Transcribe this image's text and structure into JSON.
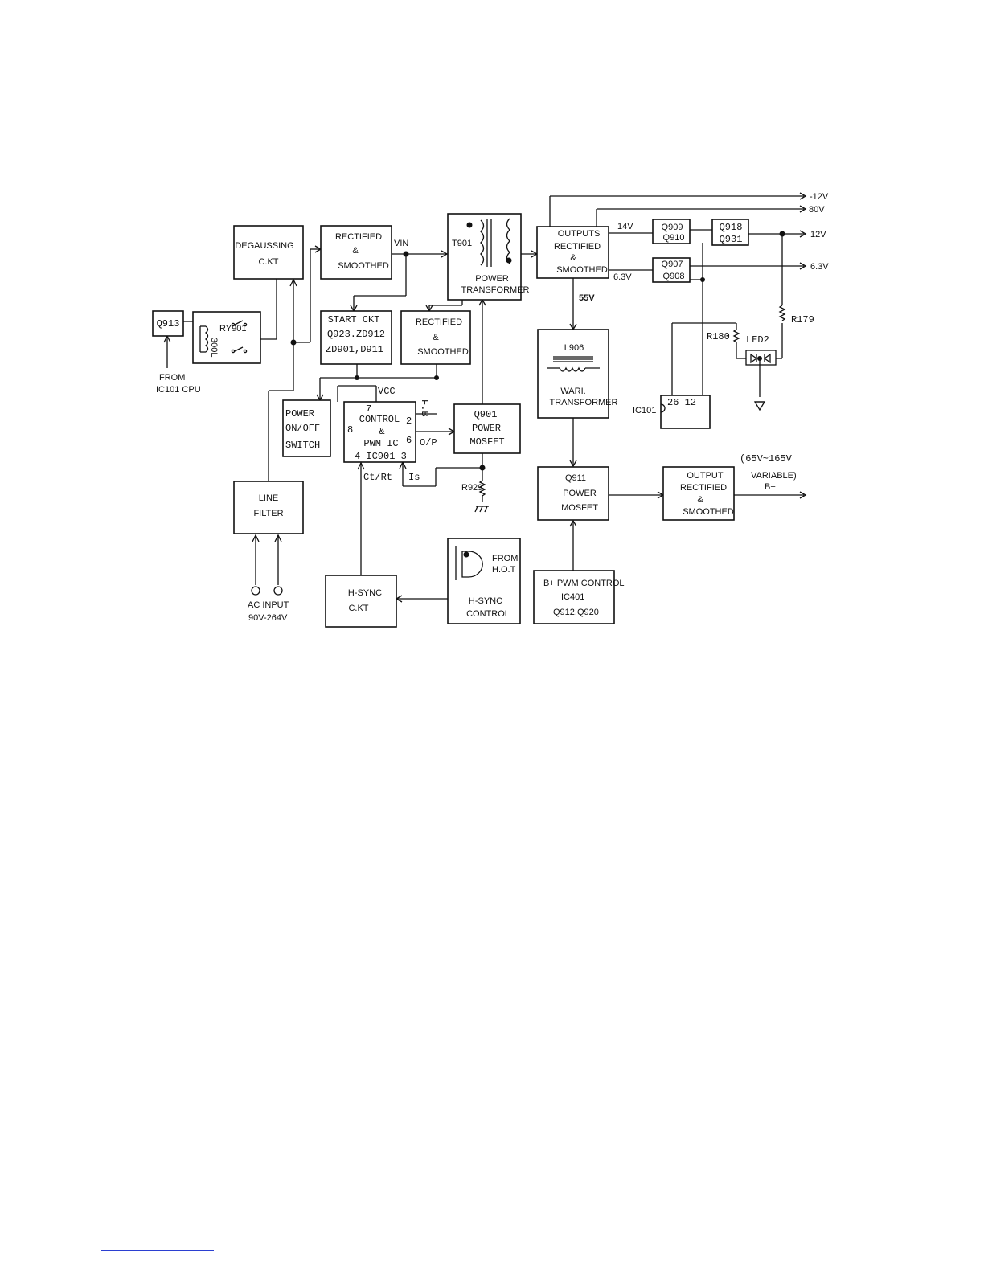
{
  "labels": {
    "degaussing": [
      "DEGAUSSING",
      "C.KT"
    ],
    "rect1": [
      "RECTIFIED",
      "&",
      "SMOOTHED"
    ],
    "vin": "VIN",
    "t901": "T901",
    "power_transformer": [
      "POWER",
      "TRANSFORMER"
    ],
    "outputs": [
      "OUTPUTS",
      "RECTIFIED",
      "&",
      "SMOOTHED"
    ],
    "v14": "14V",
    "v63": "6.3V",
    "q909": [
      "Q909",
      "Q910"
    ],
    "q918": [
      "Q918",
      "Q931"
    ],
    "q907": [
      "Q907",
      "Q908"
    ],
    "rail_m12": "-12V",
    "rail_80": "80V",
    "rail_12": "12V",
    "rail_63": "6.3V",
    "q913": "Q913",
    "ry901": "RY901",
    "coil": "300L",
    "from_cpu": [
      "FROM",
      "IC101 CPU"
    ],
    "start_ckt": [
      "START CKT",
      "Q923.ZD912",
      "ZD901,D911"
    ],
    "rect2": [
      "RECTIFIED",
      "&",
      "SMOOTHED"
    ],
    "v55": "55V",
    "l906": "L906",
    "wari": [
      "WARI.",
      "TRANSFORMER"
    ],
    "r180": "R180",
    "led2": "LED2",
    "r179": "R179",
    "ic101": "IC101",
    "ic101_pins": "26 12",
    "power_switch": [
      "POWER",
      "ON/OFF",
      "SWITCH"
    ],
    "vcc": "VCC",
    "pwm_pin7": "7",
    "pwm_pin8": "8",
    "pwm_pin2": "2",
    "pwm_pin6": "6",
    "pwm_lines": [
      "CONTROL",
      "&",
      "PWM IC"
    ],
    "pwm_bottom": "4 IC901 3",
    "fb": "F.B",
    "op": "O/P",
    "q901": [
      "Q901",
      "POWER",
      "MOSFET"
    ],
    "ctrt": "Ct/Rt",
    "is": "Is",
    "r929": "R929",
    "line_filter": [
      "LINE",
      "FILTER"
    ],
    "q911": [
      "Q911",
      "POWER",
      "MOSFET"
    ],
    "output_box": [
      "OUTPUT",
      "RECTIFIED",
      "&",
      "SMOOTHED"
    ],
    "range": "(65V~165V",
    "variable": [
      "VARIABLE)",
      "B+"
    ],
    "ac_input": [
      "AC INPUT",
      "90V-264V"
    ],
    "hsync": [
      "H-SYNC",
      "C.KT"
    ],
    "from_hot": [
      "FROM",
      "H.O.T"
    ],
    "hsync_ctrl": [
      "H-SYNC",
      "CONTROL"
    ],
    "bpwm": [
      "B+ PWM CONTROL",
      "IC401",
      "Q912,Q920"
    ]
  }
}
